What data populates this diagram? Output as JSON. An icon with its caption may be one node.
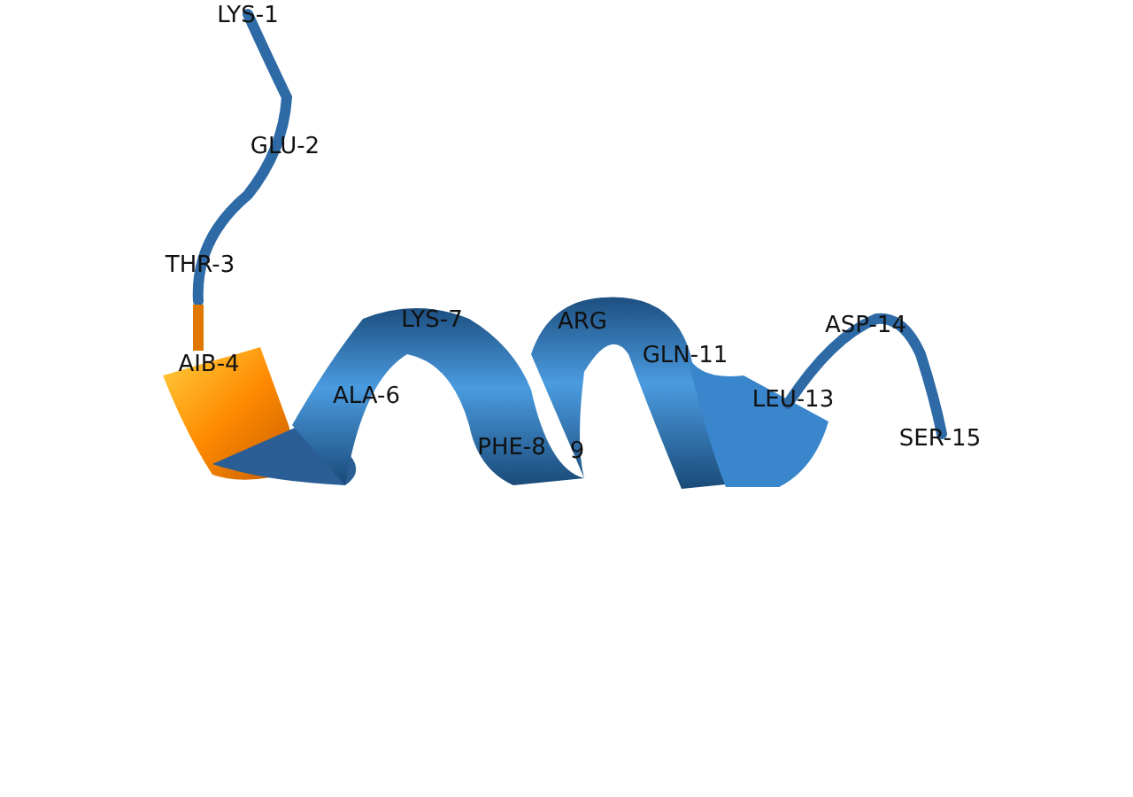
{
  "diagram": {
    "labels": [
      "LYS-1",
      "GLU-2",
      "THR-3",
      "LYS-7",
      "ARG",
      "ASP-14",
      "AIB-4",
      "GLN-11",
      "ALA-6",
      "LEU-13",
      "SER-15",
      "PHE-8",
      "9"
    ]
  }
}
